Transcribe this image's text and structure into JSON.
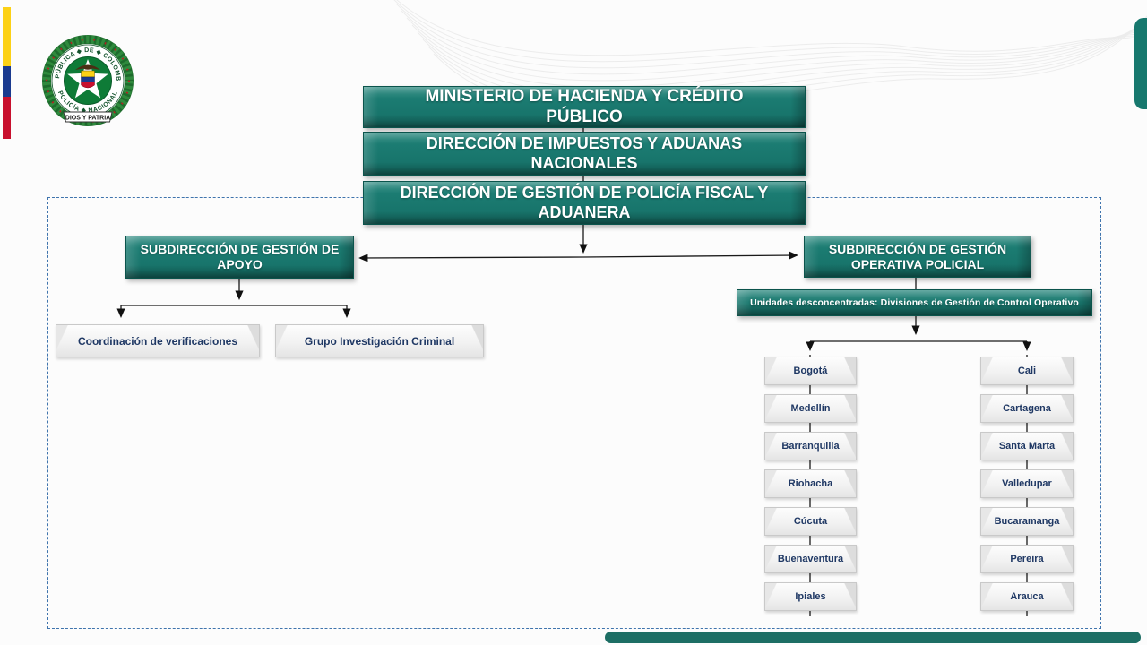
{
  "slide": {
    "background": "#fcfcfc",
    "accent_bar_color": "#1d6e64",
    "side_tab_color": "#17786e",
    "dashed_border_color": "#3f74ad",
    "box_teal_color": "#17786e",
    "text_navy_color": "#1f3864"
  },
  "flag": {
    "yellow": "#FCD116",
    "blue": "#1A3A8F",
    "red": "#C8102E"
  },
  "logo": {
    "ring_top": "REPÚBLICA ◆ DE ◆ COLOMBIA",
    "ring_bottom": "POLICÍA ◆ NACIONAL",
    "banner": "DIOS Y PATRIA"
  },
  "org_chart": {
    "level1": "MINISTERIO DE HACIENDA Y CRÉDITO PÚBLICO",
    "level2": "DIRECCIÓN DE IMPUESTOS Y ADUANAS NACIONALES",
    "level3": "DIRECCIÓN DE GESTIÓN DE POLICÍA FISCAL Y ADUANERA",
    "subdir_apoyo": "SUBDIRECCIÓN DE GESTIÓN DE APOYO",
    "subdir_operativa": "SUBDIRECCIÓN DE GESTIÓN OPERATIVA POLICIAL",
    "apoyo_children": [
      "Coordinación de verificaciones",
      "Grupo Investigación Criminal"
    ],
    "unidades": "Unidades desconcentradas: Divisiones de Gestión de Control Operativo",
    "cities_left": [
      "Bogotá",
      "Medellín",
      "Barranquilla",
      "Riohacha",
      "Cúcuta",
      "Buenaventura",
      "Ipiales"
    ],
    "cities_right": [
      "Cali",
      "Cartagena",
      "Santa Marta",
      "Valledupar",
      "Bucaramanga",
      "Pereira",
      "Arauca"
    ]
  }
}
